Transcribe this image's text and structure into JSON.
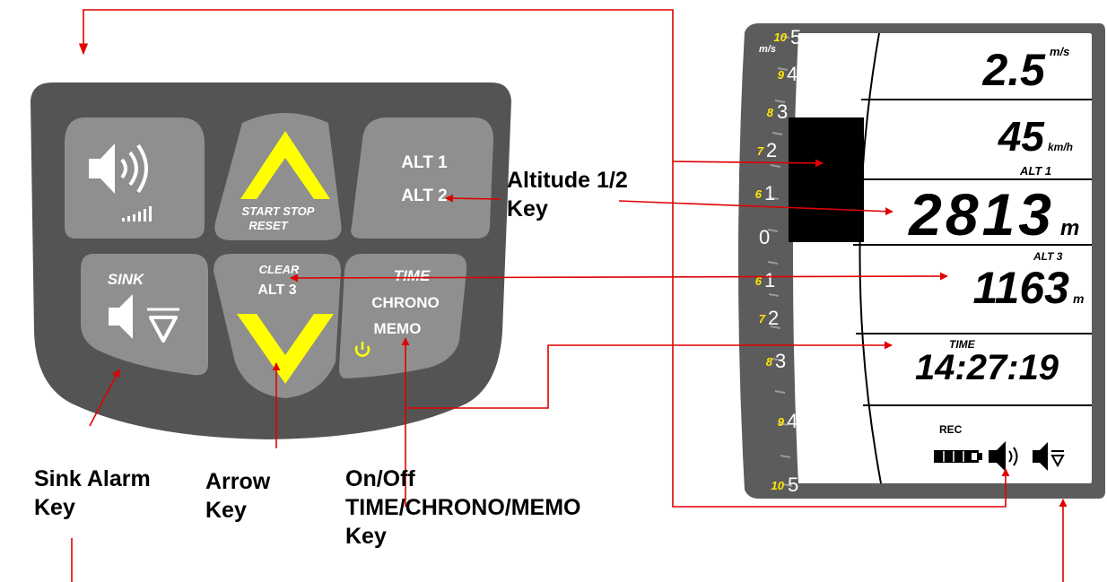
{
  "colors": {
    "keypad_body": "#545454",
    "key_fill": "#8f8f8f",
    "arrow_yellow": "#ffff00",
    "arrow_key_bg": "#9e9e2e",
    "display_frame": "#5c5c5c",
    "display_face": "#ffffff",
    "scale_yellow": "#ffe800",
    "leader_lines": "#e00000"
  },
  "keypad": {
    "volume_key": {
      "icon": "speaker-volume-icon",
      "level_icon": "volume-bars-icon"
    },
    "arrow_key": {
      "up_label": "START STOP",
      "up_label2": "RESET",
      "down_label": "CLEAR",
      "down_label2": "ALT 3"
    },
    "altitude_key": {
      "line1": "ALT 1",
      "line2": "ALT 2"
    },
    "sink_key": {
      "label": "SINK",
      "icon": "speaker-sink-icon"
    },
    "time_key": {
      "line1": "TIME",
      "line2": "CHRONO",
      "line3": "MEMO",
      "power_icon": "power-icon"
    }
  },
  "display": {
    "scale_unit": "m/s",
    "scale_upper": [
      {
        "white": "5",
        "yellow": "10"
      },
      {
        "white": "4",
        "yellow": "9"
      },
      {
        "white": "3",
        "yellow": "8"
      },
      {
        "white": "2",
        "yellow": "7"
      },
      {
        "white": "1",
        "yellow": "6"
      }
    ],
    "scale_zero": "0",
    "scale_lower": [
      {
        "white": "1",
        "yellow": "6"
      },
      {
        "white": "2",
        "yellow": "7"
      },
      {
        "white": "3",
        "yellow": "8"
      },
      {
        "white": "4",
        "yellow": "9"
      },
      {
        "white": "5",
        "yellow": "10"
      }
    ],
    "vario_value": "2.5",
    "vario_unit": "m/s",
    "speed_value": "45",
    "speed_unit": "km/h",
    "alt1_label": "ALT 1",
    "alt1_value": "2813",
    "alt1_unit": "m",
    "alt3_label": "ALT 3",
    "alt3_value": "1163",
    "alt3_unit": "m",
    "time_label": "TIME",
    "time_value": "14:27:19",
    "rec_label": "REC",
    "battery_icon": "battery-icon",
    "sound_icon": "speaker-on-icon",
    "sink_sound_icon": "speaker-sink-icon"
  },
  "callouts": {
    "altitude_key": "Altitude 1/2\n  Key",
    "sink_alarm_key": "Sink Alarm\nKey",
    "arrow_key": "Arrow\nKey",
    "onoff_key": "On/Off\nTIME/CHRONO/MEMO\nKey"
  }
}
